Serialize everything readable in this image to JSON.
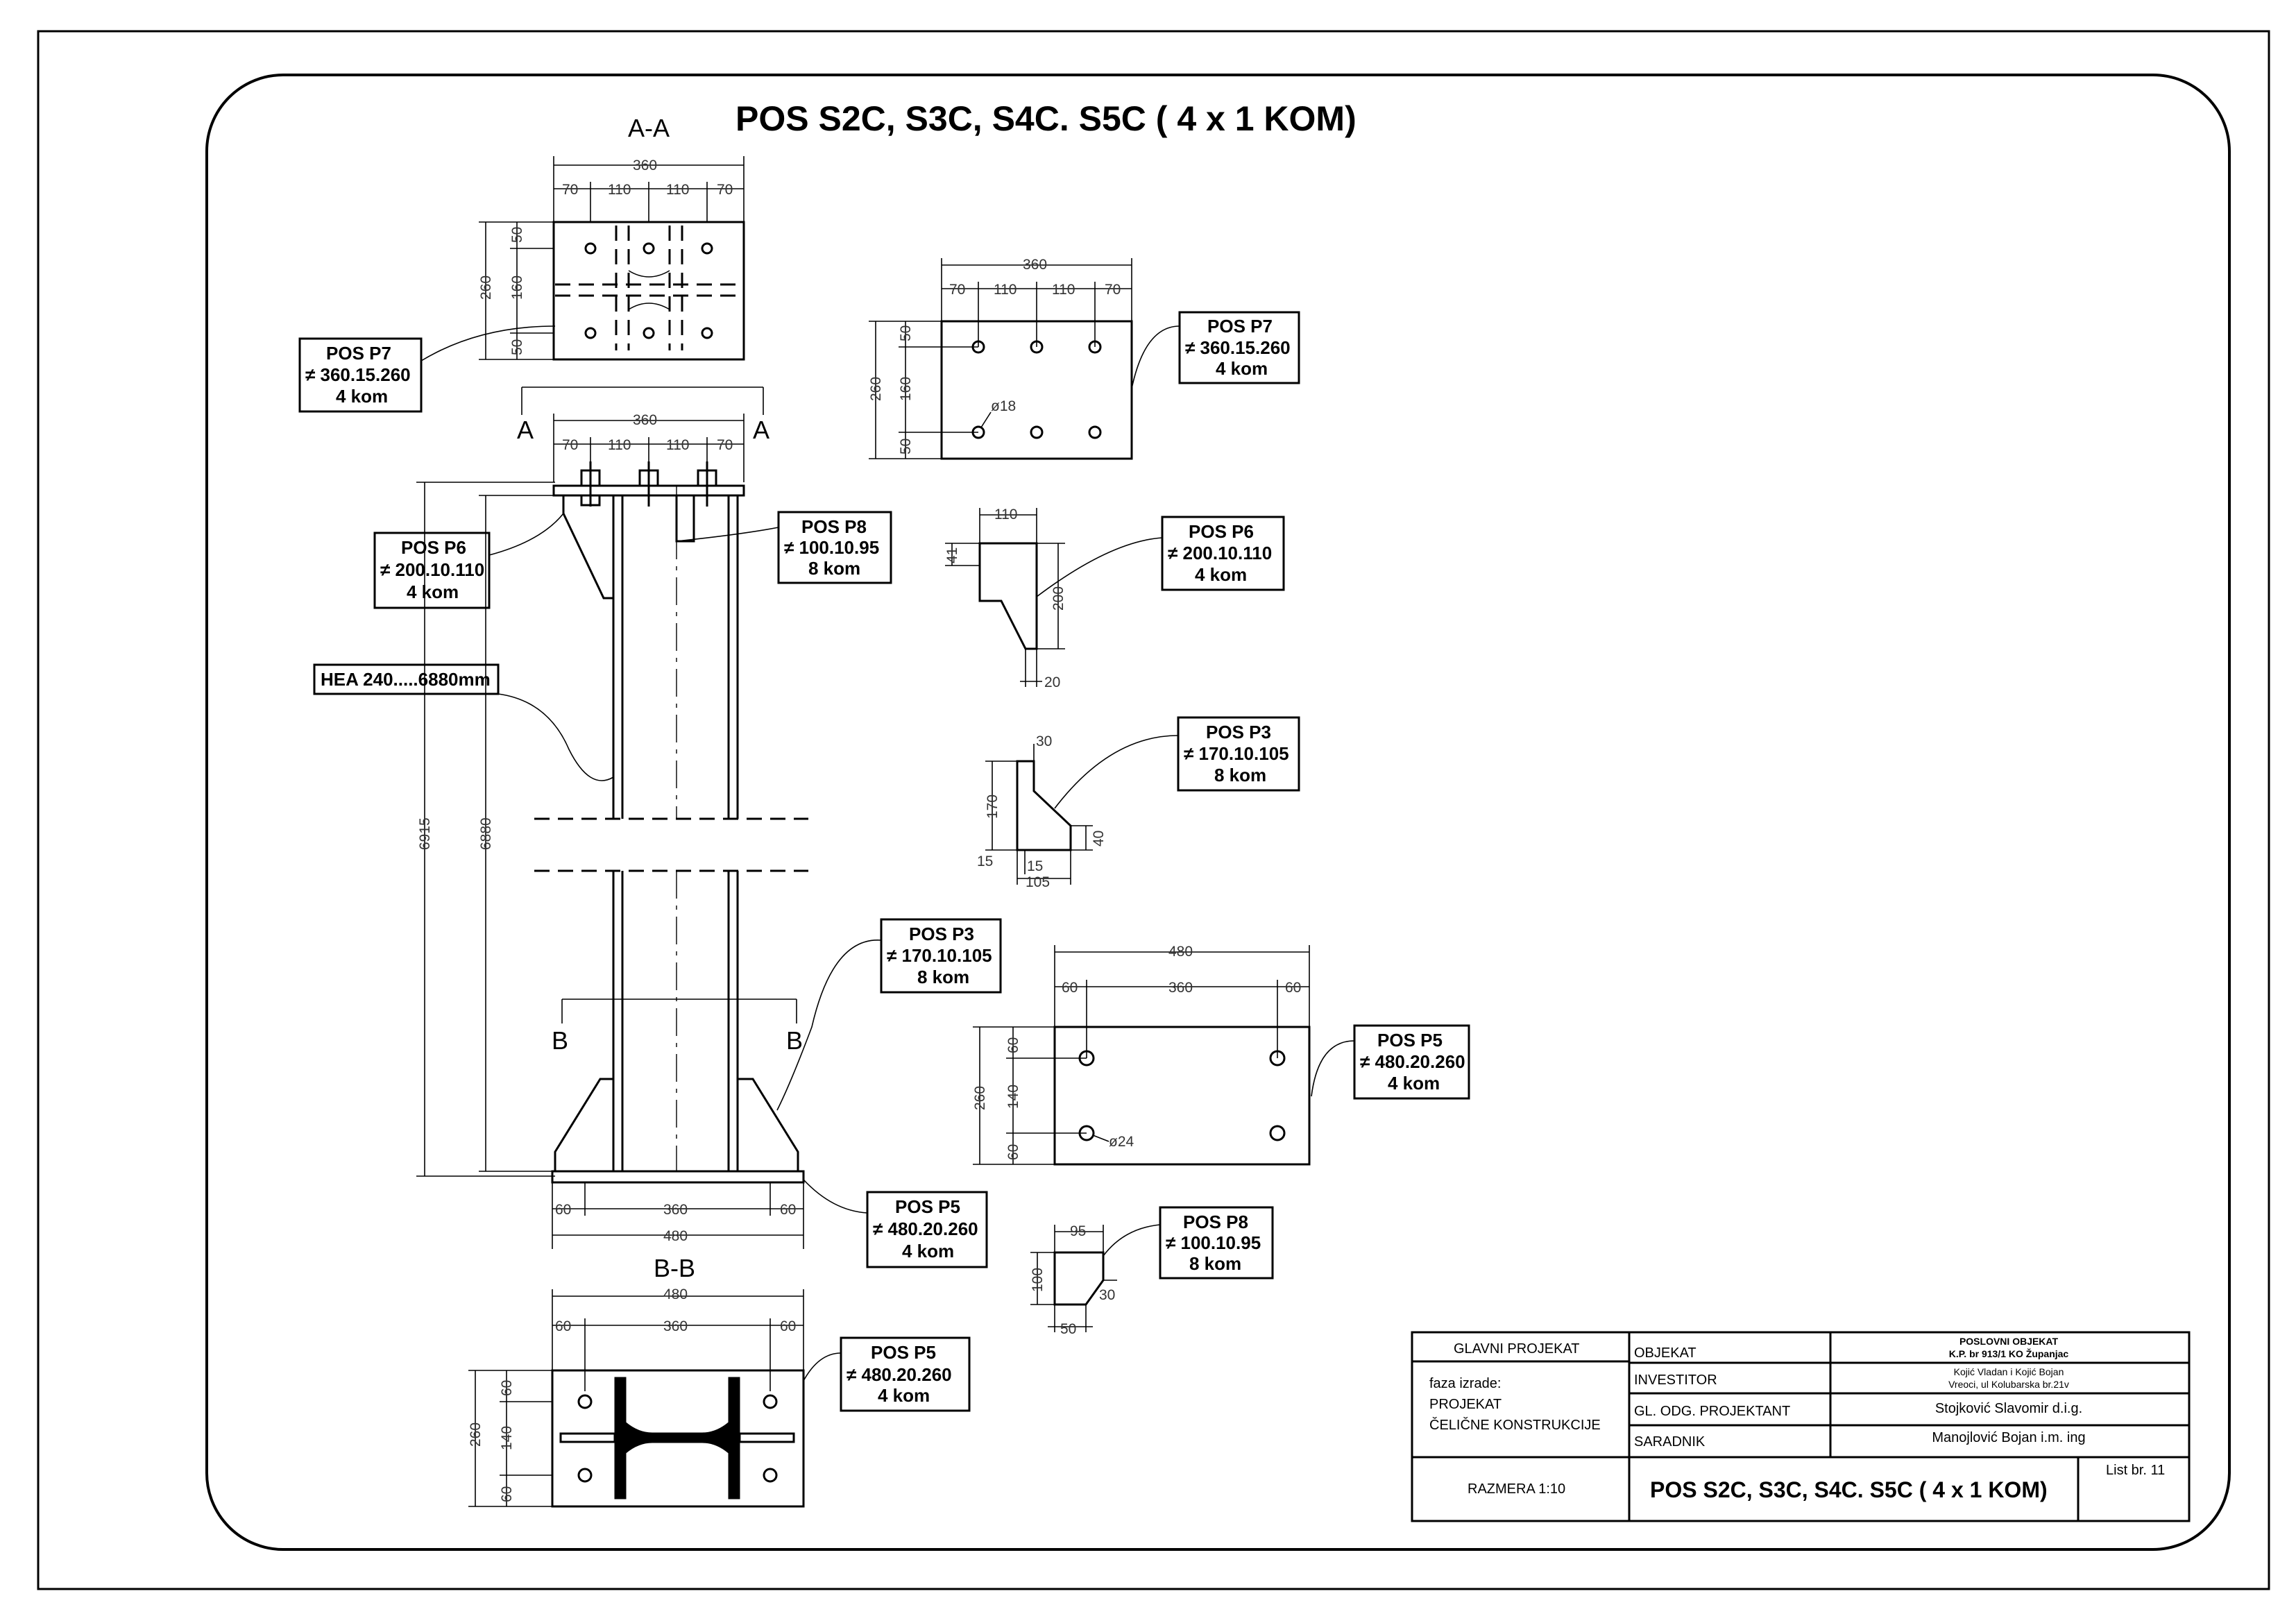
{
  "drawing": {
    "title": "POS S2C, S3C, S4C. S5C ( 4 x 1 KOM)",
    "sections": {
      "aa": "A-A",
      "bb": "B-B",
      "a_left": "A",
      "a_right": "A",
      "b_left": "B",
      "b_right": "B"
    },
    "labels": {
      "p7_main": {
        "name": "POS P7",
        "dims": "≠ 360.15.260",
        "qty": "4 kom"
      },
      "p7_detail": {
        "name": "POS P7",
        "dims": "≠ 360.15.260",
        "qty": "4 kom"
      },
      "p6_main": {
        "name": "POS P6",
        "dims": "≠ 200.10.110",
        "qty": "4 kom"
      },
      "p6_detail": {
        "name": "POS P6",
        "dims": "≠ 200.10.110",
        "qty": "4 kom"
      },
      "p8_main": {
        "name": "POS P8",
        "dims": "≠ 100.10.95",
        "qty": "8 kom"
      },
      "p8_detail": {
        "name": "POS P8",
        "dims": "≠ 100.10.95",
        "qty": "8 kom"
      },
      "p3_main": {
        "name": "POS P3",
        "dims": "≠ 170.10.105",
        "qty": "8 kom"
      },
      "p3_detail": {
        "name": "POS P3",
        "dims": "≠ 170.10.105",
        "qty": "8 kom"
      },
      "p5_main": {
        "name": "POS P5",
        "dims": "≠ 480.20.260",
        "qty": "4 kom"
      },
      "p5_detail": {
        "name": "POS P5",
        "dims": "≠ 480.20.260",
        "qty": "4 kom"
      },
      "p5_bb": {
        "name": "POS P5",
        "dims": "≠ 480.20.260",
        "qty": "4 kom"
      },
      "hea": "HEA 240.....6880mm"
    },
    "dims": {
      "aa_total": "360",
      "aa_70a": "70",
      "aa_110a": "110",
      "aa_110b": "110",
      "aa_70b": "70",
      "aa_260": "260",
      "aa_50a": "50",
      "aa_160": "160",
      "aa_50b": "50",
      "col_top_360": "360",
      "col_top_70a": "70",
      "col_top_110a": "110",
      "col_top_110b": "110",
      "col_top_70b": "70",
      "col_6915": "6915",
      "col_6880": "6880",
      "col_bot_60a": "60",
      "col_bot_360": "360",
      "col_bot_60b": "60",
      "col_bot_480": "480",
      "bb_480": "480",
      "bb_60a": "60",
      "bb_360": "360",
      "bb_60b": "60",
      "bb_260": "260",
      "bb_60c": "60",
      "bb_140": "140",
      "bb_60d": "60",
      "p7_360": "360",
      "p7_70a": "70",
      "p7_110a": "110",
      "p7_110b": "110",
      "p7_70b": "70",
      "p7_260": "260",
      "p7_50a": "50",
      "p7_160": "160",
      "p7_50b": "50",
      "p7_hole": "ø18",
      "p6_110": "110",
      "p6_41": "41",
      "p6_200": "200",
      "p6_20": "20",
      "p3_30": "30",
      "p3_170": "170",
      "p3_40": "40",
      "p3_15a": "15",
      "p3_15b": "15",
      "p3_105": "105",
      "p5_480": "480",
      "p5_60a": "60",
      "p5_360": "360",
      "p5_60b": "60",
      "p5_260": "260",
      "p5_60c": "60",
      "p5_140": "140",
      "p5_60d": "60",
      "p5_hole": "ø24",
      "p8_95": "95",
      "p8_100": "100",
      "p8_30": "30",
      "p8_50": "50"
    },
    "titleblock": {
      "glavni": "GLAVNI PROJEKAT",
      "faza": "faza izrade:",
      "projekat": "PROJEKAT",
      "celicne": "ČELIČNE KONSTRUKCIJE",
      "razmera": "RAZMERA 1:10",
      "objekat_lbl": "OBJEKAT",
      "objekat_val1": "POSLOVNI OBJEKAT",
      "objekat_val2": "K.P. br 913/1  KO  Županjac",
      "investitor_lbl": "INVESTITOR",
      "investitor_val1": "Kojić Vladan i Kojić Bojan",
      "investitor_val2": "Vreoci, ul Kolubarska br.21v",
      "gl_lbl": "GL. ODG. PROJEKTANT",
      "gl_val": "Stojković Slavomir d.i.g.",
      "saradnik_lbl": "SARADNIK",
      "saradnik_val": "Manojlović Bojan i.m. ing",
      "tb_title": "POS S2C, S3C, S4C. S5C ( 4 x 1 KOM)",
      "list": "List br.  11"
    }
  }
}
